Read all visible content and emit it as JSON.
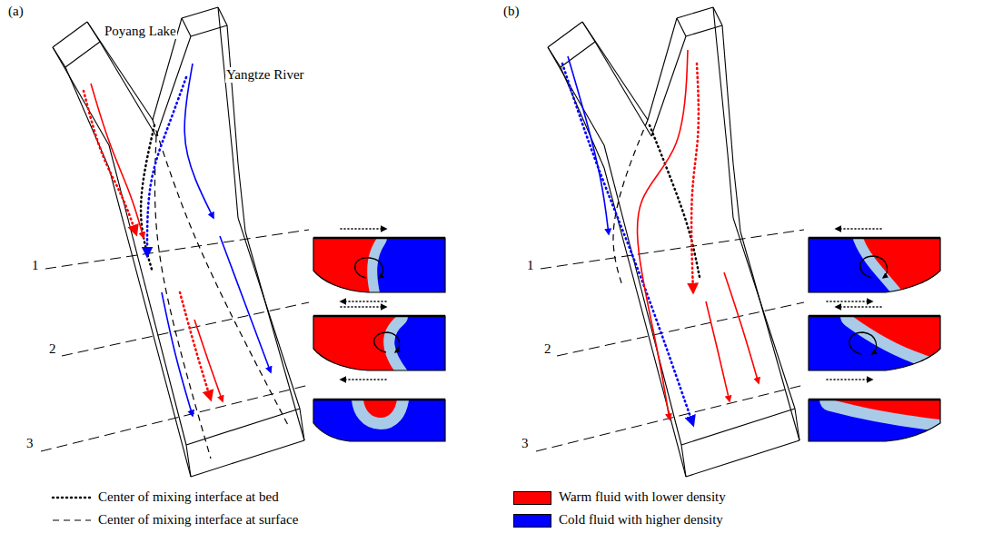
{
  "diagram": {
    "labels": [
      "(a)",
      "Poyang Lake",
      "Yangtze River",
      "1",
      "2",
      "3",
      "(b)",
      "1",
      "2",
      "3"
    ],
    "legend": [
      {
        "text": "Center of mixing interface at bed"
      },
      {
        "text": "Center of mixing interface at surface"
      },
      {
        "text": "Warm fluid with lower density",
        "color": "#ff0000"
      },
      {
        "text": "Cold fluid with higher density",
        "color": "#0000ff"
      }
    ]
  }
}
